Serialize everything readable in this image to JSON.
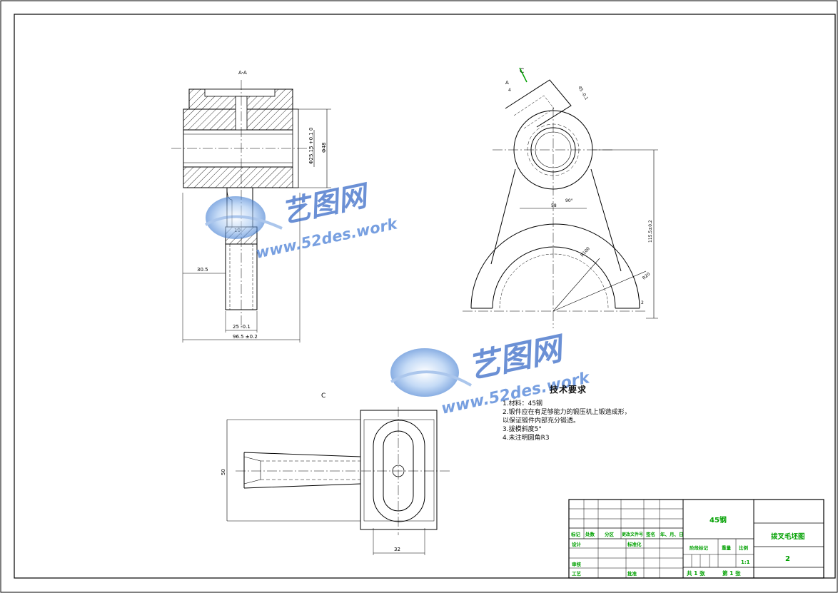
{
  "drawing": {
    "section_label": "A-A",
    "view_label_top": "C",
    "view_label_bottom": "C",
    "section_cut_mark": "A",
    "dims": {
      "d_25": "Φ25.15 +0.1 0",
      "d_48": "Φ48",
      "w_10": "10",
      "w_30_5": "30.5",
      "w_25": "25 -0.1",
      "w_96": "96.5 ±0.2",
      "tab_45": "45 -0.1",
      "tab_4": "4",
      "angle_90": "90°",
      "d_58": "58",
      "h_115": "115.5±0.2",
      "r_100": "R100",
      "r_20": "R20",
      "h_2": "2",
      "w_32": "32",
      "h_50": "50"
    }
  },
  "watermark": {
    "brand": "艺图网",
    "url": "www.52des.work"
  },
  "tech_requirements": {
    "title": "技术要求",
    "items": [
      "1.材料：45钢",
      "2.锻件应在有足够能力的锻压机上锻造成形，",
      "  以保证锻件内部充分锻透。",
      "3.拔模斜度5°",
      "4.未注明圆角R3"
    ]
  },
  "title_block": {
    "material": "45钢",
    "part_name": "拨叉毛坯图",
    "drawing_no": "2",
    "scale": "1:1",
    "sheets_total": "共 1 张",
    "sheet_no": "第 1 张",
    "headers": [
      "标记",
      "处数",
      "分区",
      "更改文件号",
      "签名",
      "年、月、日"
    ],
    "stage_mark": "阶段标记",
    "weight": "重量",
    "ratio": "比例",
    "design": "设计",
    "standardize": "标准化",
    "review": "审核",
    "process": "工艺",
    "approve": "批准"
  },
  "colors": {
    "line": "#000000",
    "hatch": "#000000",
    "title_block_text": "#00a000",
    "cut_plane": "#00a000",
    "watermark": "#3a6cc8"
  }
}
